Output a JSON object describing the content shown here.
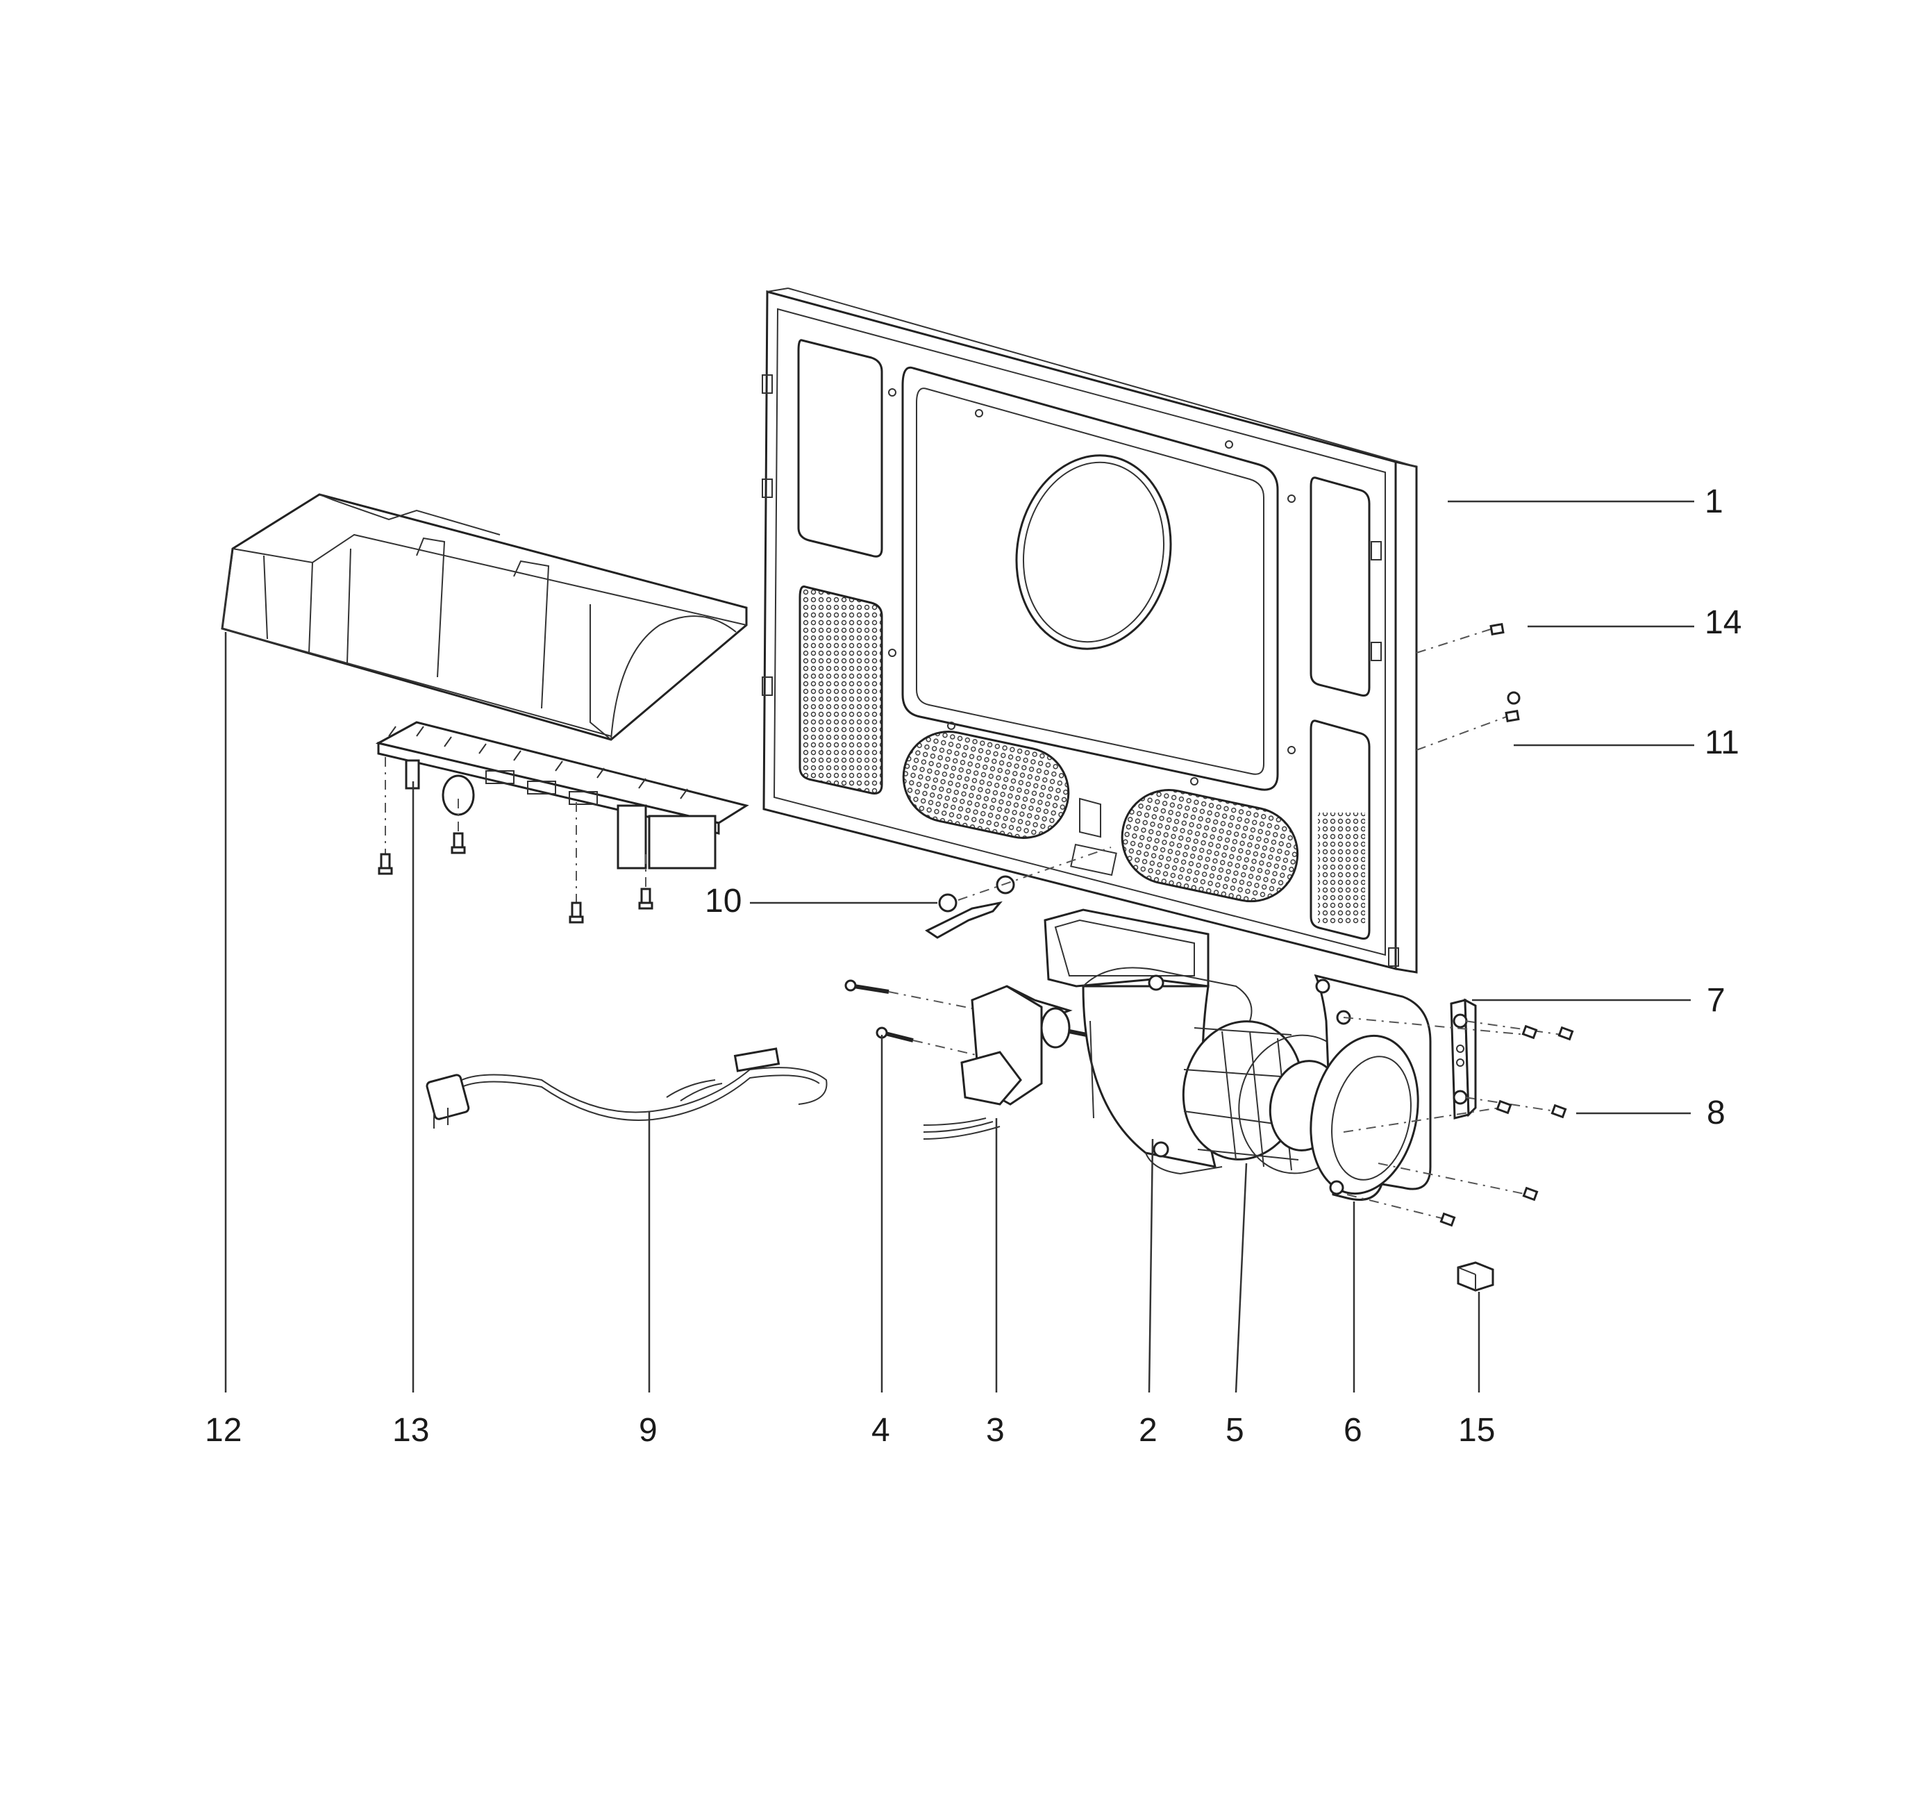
{
  "callouts": [
    {
      "id": "1",
      "text": "1"
    },
    {
      "id": "14",
      "text": "14"
    },
    {
      "id": "11",
      "text": "11"
    },
    {
      "id": "10",
      "text": "10"
    },
    {
      "id": "7",
      "text": "7"
    },
    {
      "id": "8",
      "text": "8"
    },
    {
      "id": "12",
      "text": "12"
    },
    {
      "id": "13",
      "text": "13"
    },
    {
      "id": "9",
      "text": "9"
    },
    {
      "id": "4",
      "text": "4"
    },
    {
      "id": "3",
      "text": "3"
    },
    {
      "id": "2",
      "text": "2"
    },
    {
      "id": "5",
      "text": "5"
    },
    {
      "id": "6",
      "text": "6"
    },
    {
      "id": "15",
      "text": "15"
    }
  ]
}
